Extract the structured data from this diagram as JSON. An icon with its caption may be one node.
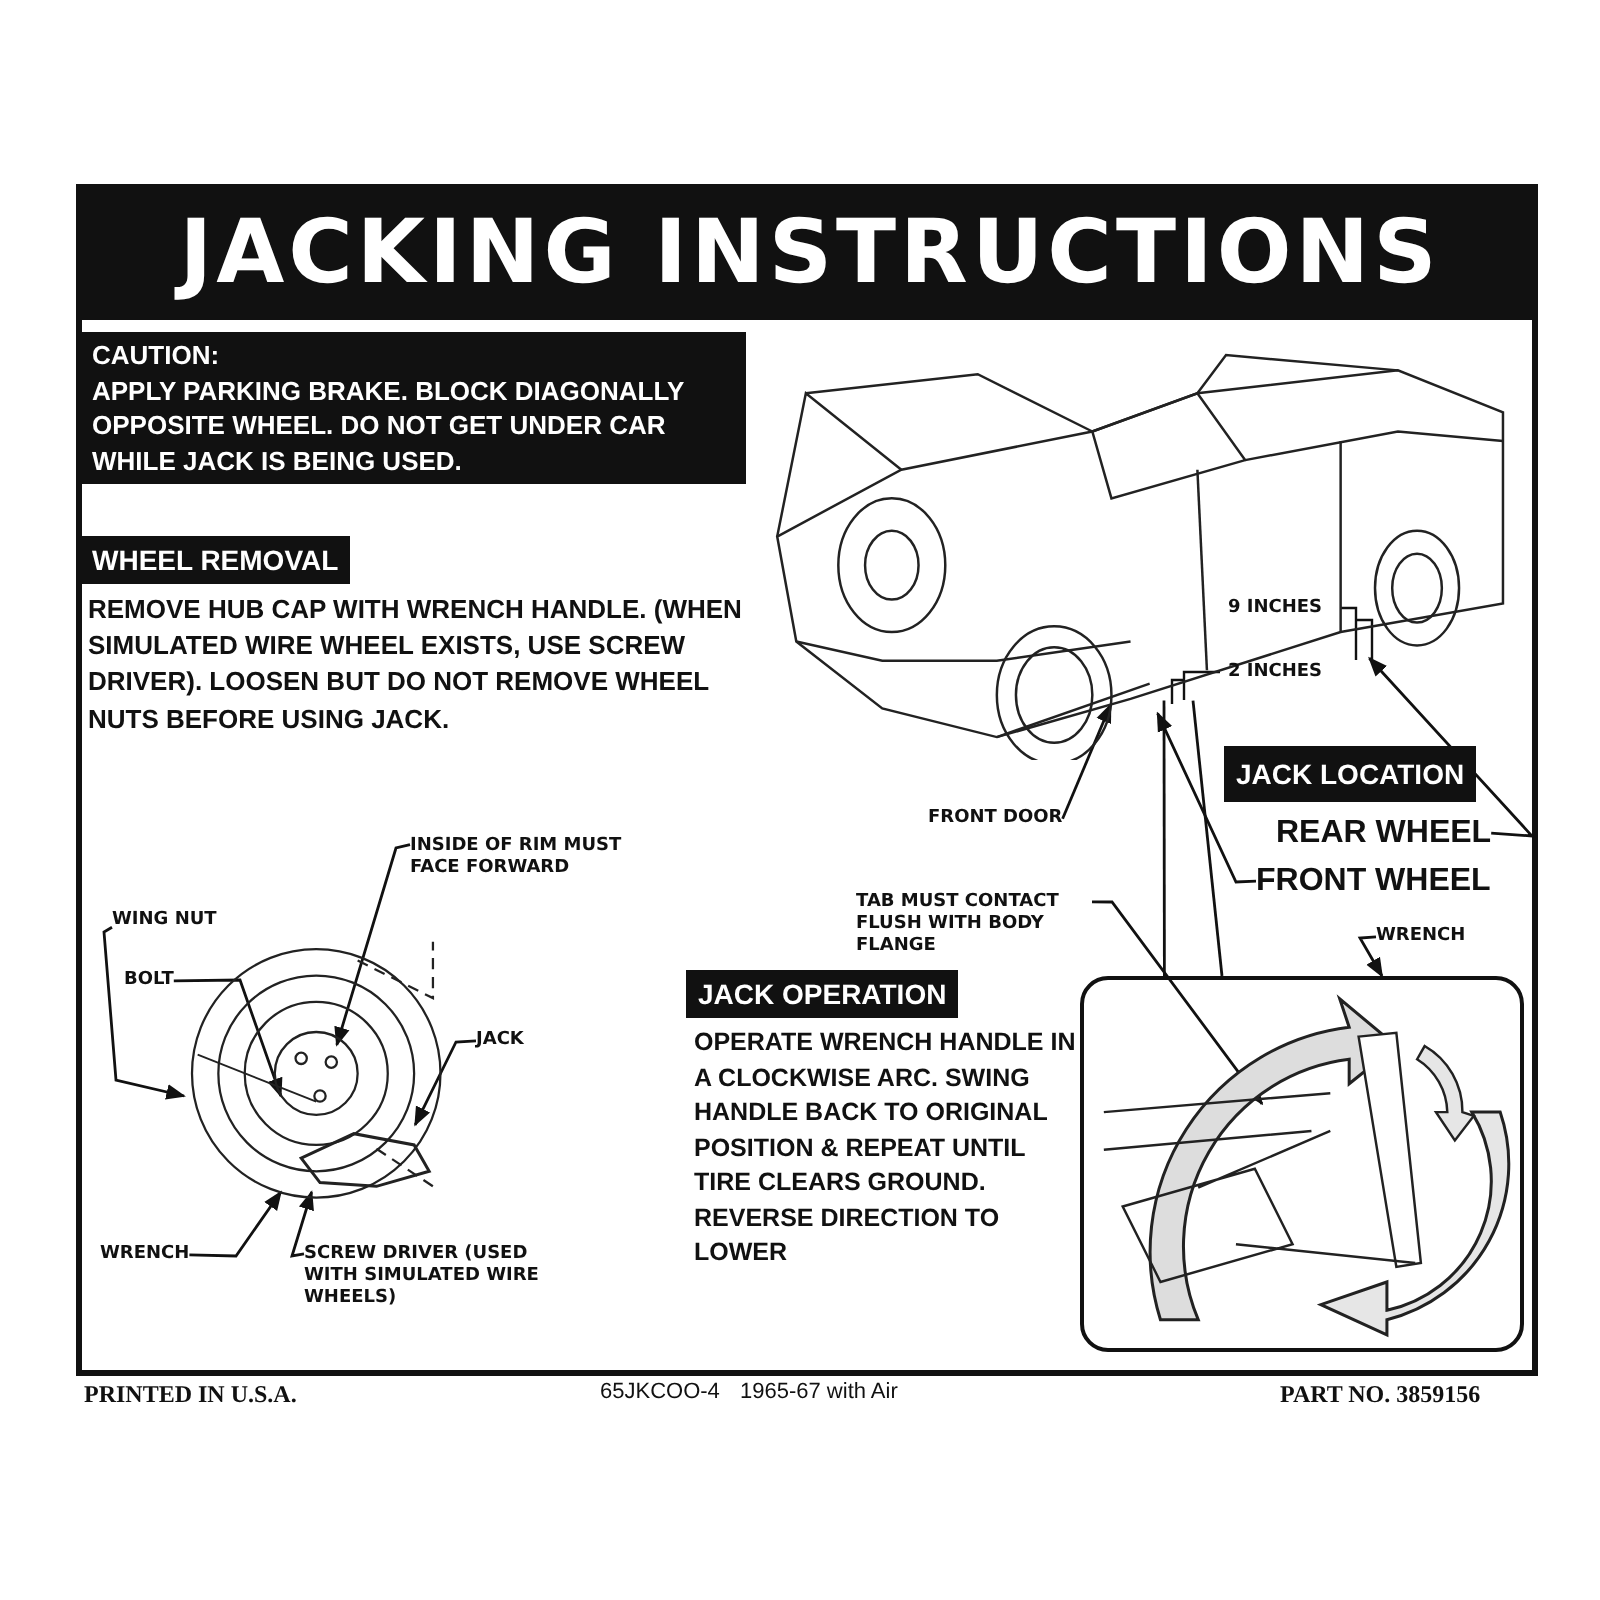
{
  "diagram": {
    "title": "JACKING INSTRUCTIONS",
    "nodes": [
      {
        "text": [
          "CAUTION:",
          "APPLY PARKING BRAKE. BLOCK DIAGONALLY OPPOSITE WHEEL. DO NOT GET UNDER CAR WHILE JACK IS BEING USED."
        ]
      },
      {
        "text": [
          "WHEEL REMOVAL"
        ],
        "beside": [
          "REMOVE HUB CAP WITH WRENCH HANDLE. (WHEN SIMULATED WIRE WHEEL EXISTS, USE SCREW DRIVER). LOOSEN BUT DO NOT REMOVE WHEEL NUTS BEFORE USING JACK."
        ]
      },
      {
        "text": [
          "JACK LOCATION"
        ]
      },
      {
        "text": [
          "JACK OPERATION"
        ],
        "beside": [
          "OPERATE WRENCH HANDLE IN A CLOCKWISE ARC. SWING HANDLE BACK TO ORIGINAL POSITION & REPEAT UNTIL TIRE CLEARS GROUND. REVERSE DIRECTION TO LOWER"
        ]
      },
      {
        "text": [],
        "shape": "picture"
      },
      {
        "text": [],
        "shape": "picture"
      },
      {
        "text": [],
        "shape": "picture"
      },
      {
        "text": [
          "FRONT DOOR"
        ]
      },
      {
        "text": [
          "REAR WHEEL"
        ]
      },
      {
        "text": [
          "FRONT WHEEL"
        ]
      },
      {
        "text": [
          "TAB MUST CONTACT FLUSH WITH BODY FLANGE"
        ]
      },
      {
        "text": [
          "WRENCH"
        ]
      },
      {
        "text": [
          "INSIDE OF RIM MUST FACE FORWARD"
        ]
      },
      {
        "text": [
          "WING NUT"
        ]
      },
      {
        "text": [
          "BOLT"
        ]
      },
      {
        "text": [
          "JACK"
        ]
      },
      {
        "text": [
          "WRENCH"
        ]
      },
      {
        "text": [
          "SCREW DRIVER (USED WITH SIMULATED WIRE WHEELS)"
        ]
      }
    ],
    "edges": [
      {
        "from": 7,
        "to": 4,
        "arrow": "to"
      },
      {
        "from": 8,
        "to": 4,
        "arrow": "to"
      },
      {
        "from": 9,
        "to": 4,
        "arrow": "to"
      },
      {
        "from": 4,
        "to": 6,
        "arrow": "none"
      },
      {
        "from": 4,
        "to": 6,
        "arrow": "none"
      },
      {
        "from": 10,
        "to": 6,
        "arrow": "to"
      },
      {
        "from": 11,
        "to": 6,
        "arrow": "to"
      },
      {
        "from": 12,
        "to": 5,
        "arrow": "to"
      },
      {
        "from": 13,
        "to": 5,
        "arrow": "to"
      },
      {
        "from": 14,
        "to": 5,
        "arrow": "to"
      },
      {
        "from": 15,
        "to": 5,
        "arrow": "to"
      },
      {
        "from": 16,
        "to": 5,
        "arrow": "to"
      },
      {
        "from": 17,
        "to": 5,
        "arrow": "to"
      }
    ],
    "labels": [
      "9 INCHES",
      "2 INCHES",
      "PRINTED IN U.S.A.",
      "65JKCOO-4",
      "1965-67 with Air",
      "PART NO. 3859156"
    ]
  }
}
